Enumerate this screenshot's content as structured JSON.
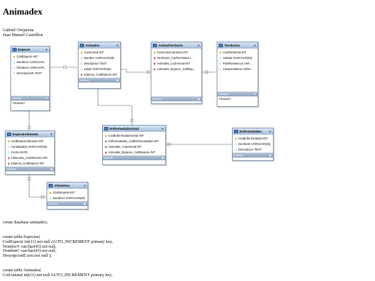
{
  "title": "Animadex",
  "authors": [
    "Gabriel Orejarena",
    "Juan Manuel Castrillon"
  ],
  "indexes_label": "Indexes",
  "tables": {
    "especie": {
      "name": "Especie",
      "columns": [
        {
          "key": "pk",
          "text": "CodEspecie INT"
        },
        {
          "key": "nn",
          "text": "NombreV VARCHAR..."
        },
        {
          "key": "nn",
          "text": "NombreC VARCHAR..."
        },
        {
          "key": "nn",
          "text": "DescripcionE TEXT"
        }
      ],
      "index": "PRIMARY"
    },
    "animales": {
      "name": "Animales",
      "columns": [
        {
          "key": "pk",
          "text": "CodAnimal INT"
        },
        {
          "key": "nn",
          "text": "Nombre VARCHAR(45)"
        },
        {
          "key": "nn",
          "text": "descripcion TEXT"
        },
        {
          "key": "nn",
          "text": "estad VARCHAR(45)"
        },
        {
          "key": "fk",
          "text": "Especie_CodEspecie INT"
        }
      ]
    },
    "animalterritorio": {
      "name": "AnimalTerritorio",
      "columns": [
        {
          "key": "pk",
          "text": "CodAnimal territorio INT"
        },
        {
          "key": "fk",
          "text": "Territorios_CodTerritorios I..."
        },
        {
          "key": "fk",
          "text": "Animales_CodAnimal INT"
        },
        {
          "key": "fk",
          "text": "Animales_Especie_CodEsp..."
        }
      ]
    },
    "territorios": {
      "name": "Territorios",
      "columns": [
        {
          "key": "pk",
          "text": "CodTerritorios INT"
        },
        {
          "key": "nn",
          "text": "Habitat VARCHAR(45)"
        },
        {
          "key": "nn",
          "text": "PaisResidencia VAR..."
        },
        {
          "key": "nn",
          "text": "Caracteristicas VARC..."
        }
      ],
      "index": "PRIMARY"
    },
    "especiealimento": {
      "name": "EspecieAlimento",
      "columns": [
        {
          "key": "pk",
          "text": "CodEspecieAlimento INT"
        },
        {
          "key": "nn",
          "text": "CantidadDia VARCHAR(45)"
        },
        {
          "key": "nn",
          "text": "Fecha DATE"
        },
        {
          "key": "fk",
          "text": "Alimentos_CodAlimento INT"
        },
        {
          "key": "fk",
          "text": "Especie_CodEspecie INT"
        }
      ]
    },
    "enfermedadanimal": {
      "name": "EnfermedadAnimal",
      "columns": [
        {
          "key": "pk",
          "text": "CodEnfermedadAnimal INT"
        },
        {
          "key": "fk",
          "text": "Enfermedades_CodEnfermedades INT"
        },
        {
          "key": "fk",
          "text": "Animales_CodAnimal INT"
        },
        {
          "key": "fk",
          "text": "Animales_Especie_CodEspecie INT"
        }
      ]
    },
    "enfermedades": {
      "name": "Enfermedades",
      "columns": [
        {
          "key": "pk",
          "text": "CodEnfermedades INT"
        },
        {
          "key": "nn",
          "text": "NombreE VARCHAR(45)"
        },
        {
          "key": "nn",
          "text": "Descripcion TEXT"
        }
      ]
    },
    "alimentos": {
      "name": "Alimentos",
      "columns": [
        {
          "key": "pk",
          "text": "CodAlimento INT"
        },
        {
          "key": "nn",
          "text": "NombreA VARCHAR(45)"
        }
      ]
    }
  },
  "sql_lines": [
    "create database animadex;",
    "",
    "",
    "create table Especies(",
    "CodEspecie int(11) not null AUTO_INCREMENT primary key,",
    "NombreV varchar(45) not null,",
    "NombreC varchar(45) not null,",
    "DescripcionE text not null );",
    "",
    "",
    "create table Animales(",
    "CodAnimal int(11) not null AUTO_INCREMENT primary key,"
  ]
}
